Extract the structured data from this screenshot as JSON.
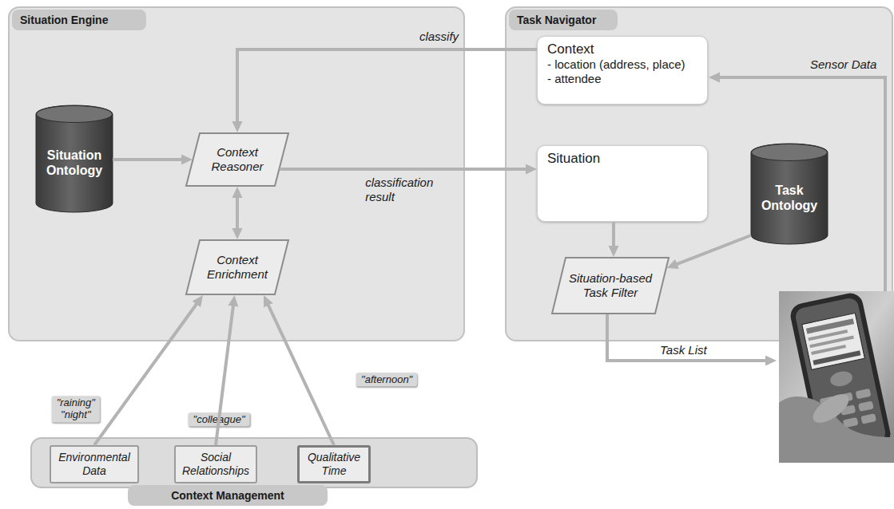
{
  "diagram": {
    "nodes": [
      {
        "text": [
          "Situation Engine"
        ]
      },
      {
        "text": [
          "Situation Ontology"
        ],
        "in": 0
      },
      {
        "text": [
          "Context Reasoner"
        ],
        "in": 0
      },
      {
        "text": [
          "Context Enrichment"
        ],
        "in": 0
      },
      {
        "text": [
          "Task Navigator"
        ]
      },
      {
        "text": [
          "Context",
          "- location (address, place)",
          "- attendee"
        ],
        "in": 4
      },
      {
        "text": [
          "Situation"
        ],
        "in": 4
      },
      {
        "text": [
          "Task Ontology"
        ],
        "in": 4
      },
      {
        "text": [
          "Situation-based Task Filter"
        ],
        "in": 4
      },
      {
        "text": [
          "Context Management"
        ]
      },
      {
        "text": [
          "Environmental Data"
        ],
        "in": 9
      },
      {
        "text": [
          "Social Relationships"
        ],
        "in": 9
      },
      {
        "text": [
          "Qualitative Time"
        ],
        "in": 9
      }
    ],
    "edges": [
      {
        "from": 5,
        "to": 2,
        "arrow": "to",
        "label": "classify"
      },
      {
        "from": 1,
        "to": 2,
        "arrow": "to"
      },
      {
        "from": 2,
        "to": 3,
        "arrow": "both"
      },
      {
        "from": 2,
        "to": 6,
        "arrow": "to",
        "label": "classification result"
      },
      {
        "from": 6,
        "to": 8,
        "arrow": "to"
      },
      {
        "from": 7,
        "to": 8,
        "arrow": "to"
      },
      {
        "from": 10,
        "to": 3,
        "arrow": "to",
        "label": "\"raining\" \"night\""
      },
      {
        "from": 11,
        "to": 3,
        "arrow": "to",
        "label": "\"colleague\""
      },
      {
        "from": 12,
        "to": 3,
        "arrow": "to",
        "label": "\"afternoon\""
      }
    ],
    "labels": [
      "Sensor Data",
      "Task List"
    ]
  }
}
